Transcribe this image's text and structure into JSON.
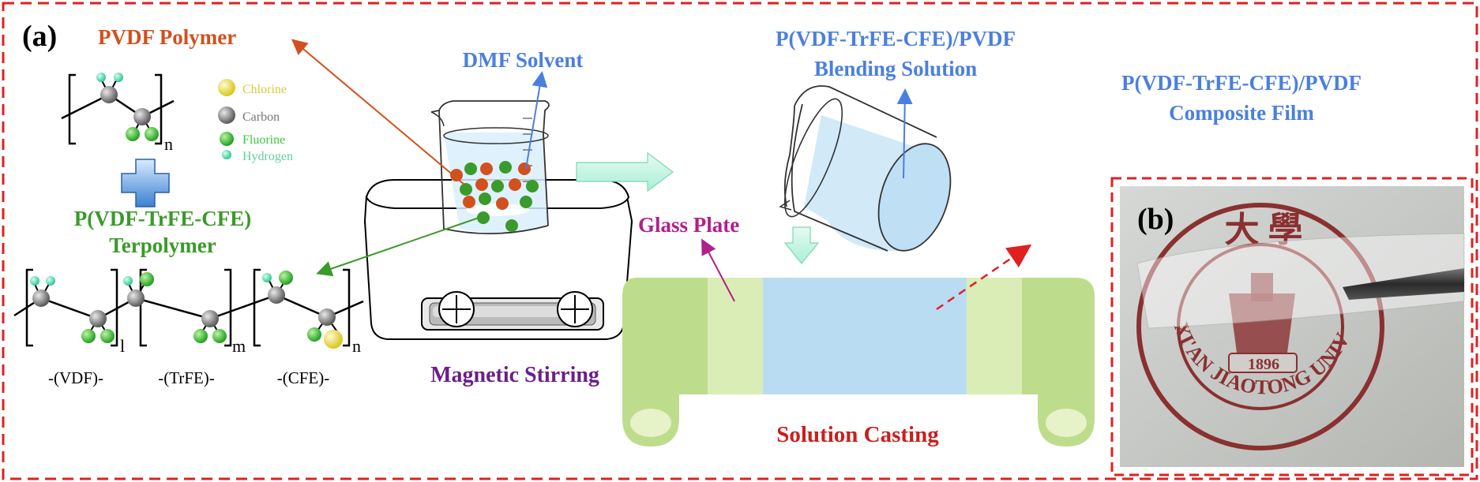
{
  "panel_labels": {
    "a": "(a)",
    "b": "(b)"
  },
  "labels": {
    "pvdf_polymer": "PVDF Polymer",
    "dmf_solvent": "DMF Solvent",
    "blending_line1": "P(VDF-TrFE-CFE)/PVDF",
    "blending_line2": "Blending Solution",
    "composite_line1": "P(VDF-TrFE-CFE)/PVDF",
    "composite_line2": "Composite Film",
    "glass_plate": "Glass Plate",
    "terpolymer_line1": "P(VDF-TrFE-CFE)",
    "terpolymer_line2": "Terpolymer",
    "magnetic_stirring": "Magnetic Stirring",
    "solution_casting": "Solution Casting"
  },
  "legend": [
    {
      "label": "Chlorine",
      "color": "#e8e04a"
    },
    {
      "label": "Carbon",
      "color": "#8a8a8a"
    },
    {
      "label": "Fluorine",
      "color": "#3ec43e"
    },
    {
      "label": "Hydrogen",
      "color": "#5fe0b0"
    }
  ],
  "subscripts": {
    "n": "n",
    "l": "l",
    "m": "m"
  },
  "units": {
    "vdf": "-(VDF)-",
    "trfe": "-(TrFE)-",
    "cfe": "-(CFE)-"
  },
  "photo": {
    "year": "1896",
    "university": "XI'AN JIAOTONG UNIVERSITY",
    "chinese": "大 學"
  },
  "colors": {
    "border": "#e02020",
    "orange": "#d2501e",
    "blue": "#4a7fe0",
    "green": "#3a9a2a",
    "magenta": "#b0208a",
    "purple": "#6a1f8a",
    "red": "#c8201e",
    "roller": "#bedd8c",
    "film": "#b9dcf2"
  }
}
